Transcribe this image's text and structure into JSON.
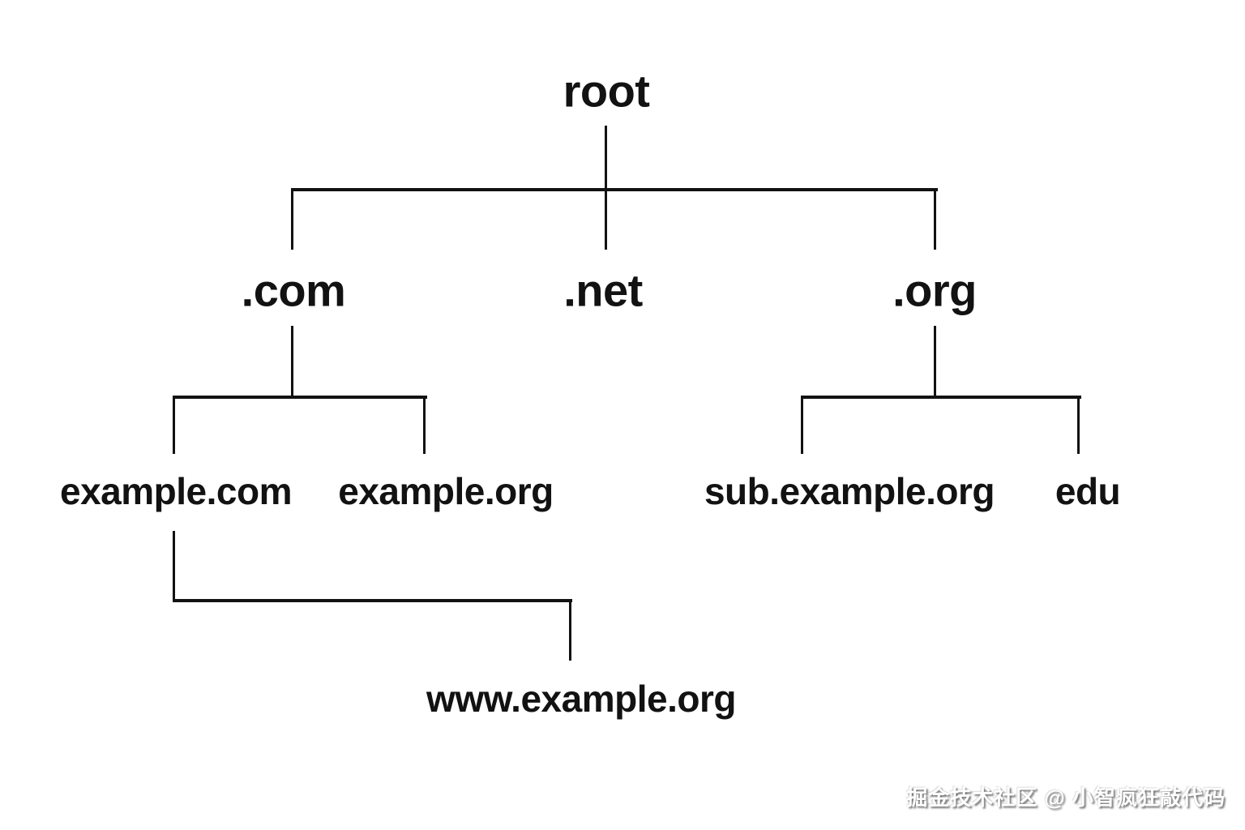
{
  "diagram": {
    "type": "tree",
    "title_node": "root",
    "description": "DNS domain name hierarchy tree",
    "colors": {
      "background": "#ffffff",
      "line": "#121212",
      "text": "#121212",
      "watermark_text": "#ffffff"
    },
    "nodes": {
      "root": "root",
      "com": ".com",
      "net": ".net",
      "org": ".org",
      "example_com": "example.com",
      "example_org": "example.org",
      "sub_example_org": "sub.example.org",
      "edu": "edu",
      "www_example_org": "www.example.org"
    },
    "edges": [
      [
        "root",
        ".com"
      ],
      [
        "root",
        ".net"
      ],
      [
        "root",
        ".org"
      ],
      [
        ".com",
        "example.com"
      ],
      [
        ".com",
        "example.org"
      ],
      [
        ".org",
        "sub.example.org"
      ],
      [
        ".org",
        "edu"
      ],
      [
        "example.com",
        "www.example.org"
      ]
    ]
  },
  "watermark": {
    "text": "掘金技术社区 @ 小智疯狂敲代码"
  }
}
